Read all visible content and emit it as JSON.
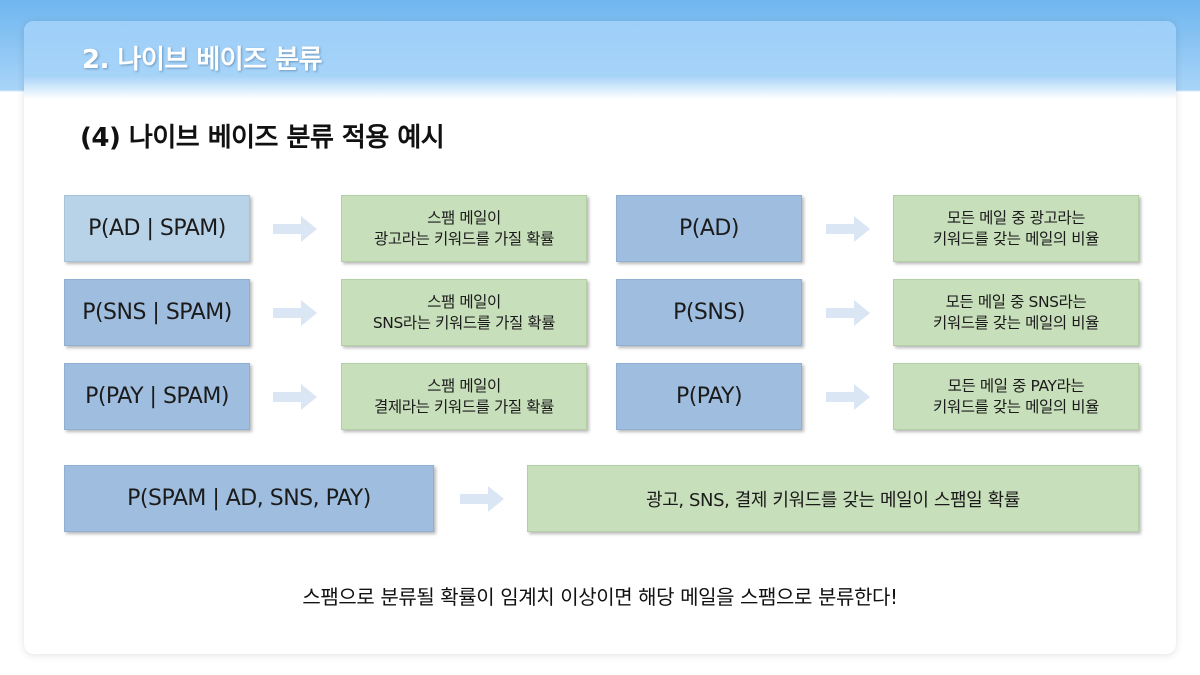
{
  "header": {
    "title": "2. 나이브 베이즈 분류"
  },
  "subtitle": "(4) 나이브 베이즈 분류 적용 예시",
  "rows": [
    {
      "cond": "P(AD | SPAM)",
      "cond_line1": "스팸 메일이",
      "cond_line2": "광고라는 키워드를 가질 확률",
      "prior": "P(AD)",
      "prior_line1": "모든 메일 중 광고라는",
      "prior_line2": "키워드를 갖는 메일의 비율"
    },
    {
      "cond": "P(SNS | SPAM)",
      "cond_line1": "스팸 메일이",
      "cond_line2": "SNS라는 키워드를 가질 확률",
      "prior": "P(SNS)",
      "prior_line1": "모든 메일 중 SNS라는",
      "prior_line2": "키워드를 갖는 메일의 비율"
    },
    {
      "cond": "P(PAY | SPAM)",
      "cond_line1": "스팸 메일이",
      "cond_line2": "결제라는 키워드를 가질 확률",
      "prior": "P(PAY)",
      "prior_line1": "모든 메일 중 PAY라는",
      "prior_line2": "키워드를 갖는 메일의 비율"
    }
  ],
  "posterior": {
    "label": "P(SPAM | AD, SNS, PAY)",
    "desc": "광고, SNS, 결제 키워드를 갖는 메일이 스팸일 확률"
  },
  "conclusion": "스팸으로 분류될 확률이 임계치 이상이면 해당 메일을 스팸으로 분류한다!",
  "colors": {
    "prob_box_light": "#b8d2e8",
    "prob_box": "#9fbedf",
    "desc_box": "#c7dfba",
    "arrow": "#dbe6f5"
  }
}
